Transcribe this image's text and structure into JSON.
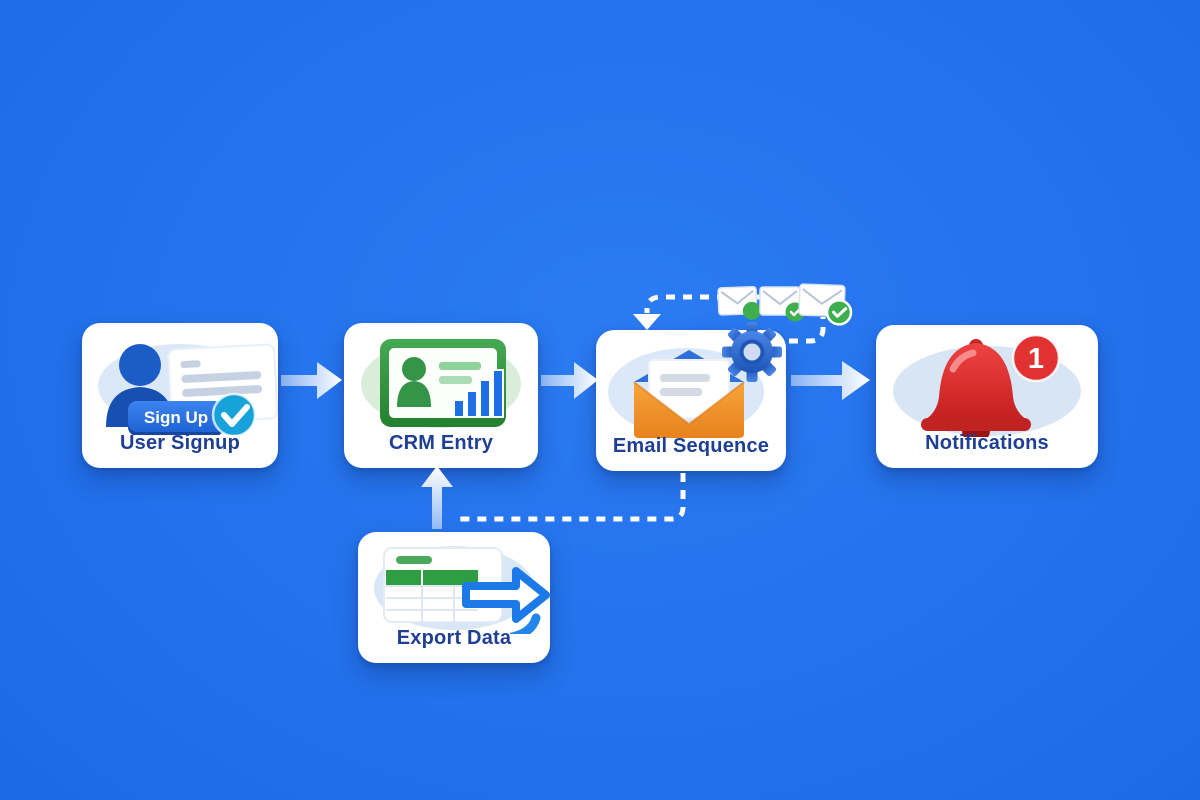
{
  "flow": {
    "nodes": [
      {
        "id": "user-signup",
        "label": "User Signup",
        "icon": "signup-form-icon",
        "button_text": "Sign Up"
      },
      {
        "id": "crm-entry",
        "label": "CRM Entry",
        "icon": "crm-contact-card-icon"
      },
      {
        "id": "email-sequence",
        "label": "Email Sequence",
        "icon": "open-envelope-gear-icon"
      },
      {
        "id": "notifications",
        "label": "Notifications",
        "icon": "bell-icon",
        "badge_count": "1"
      },
      {
        "id": "export-data",
        "label": "Export Data",
        "icon": "spreadsheet-export-icon"
      }
    ],
    "edges": [
      {
        "from": "user-signup",
        "to": "crm-entry",
        "type": "solid-arrow"
      },
      {
        "from": "crm-entry",
        "to": "email-sequence",
        "type": "solid-arrow"
      },
      {
        "from": "email-sequence",
        "to": "notifications",
        "type": "solid-arrow"
      },
      {
        "from": "export-data",
        "to": "crm-entry",
        "type": "solid-arrow-up"
      },
      {
        "from": "email-sequence",
        "to": "export-data",
        "type": "dashed"
      },
      {
        "from": "email-sequence",
        "to": "email-sequence",
        "type": "dashed-loop",
        "decoration": "three-sent-envelopes-with-green-checks"
      }
    ]
  },
  "colors": {
    "background_blue": "#1f6ce8",
    "card_white": "#ffffff",
    "label_navy": "#1e3f94",
    "signup_button_blue": "#2e77e6",
    "check_circle_cyan": "#17a3da",
    "crm_green": "#2f9e42",
    "bar_chart_blue": "#1e6fe6",
    "envelope_orange": "#ef8c23",
    "gear_blue": "#2e6fd8",
    "bell_red": "#d32727",
    "badge_red": "#e23131",
    "sent_check_green": "#3fae4e",
    "connector_white": "#ffffff"
  }
}
